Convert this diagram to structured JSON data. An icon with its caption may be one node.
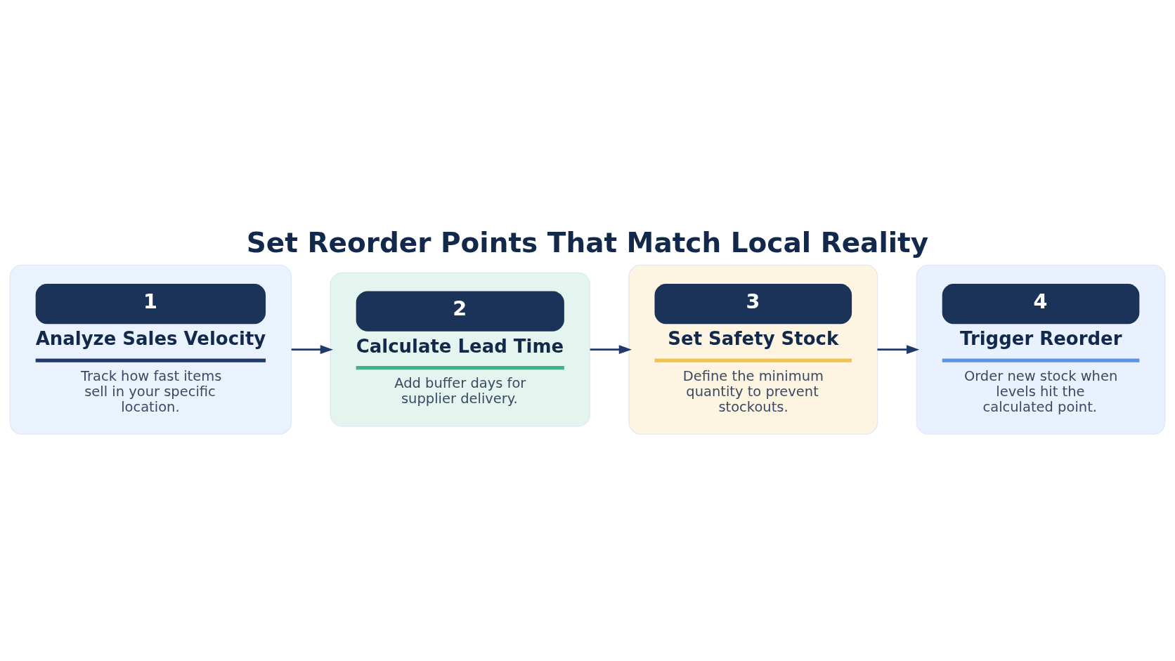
{
  "diagram": {
    "title": "Set Reorder Points That Match Local Reality",
    "nodes": [
      {
        "text": [
          "1",
          "Analyze Sales Velocity",
          "Track how fast items sell in your specific location."
        ]
      },
      {
        "text": [
          "2",
          "Calculate Lead Time",
          "Add buffer days for supplier delivery."
        ]
      },
      {
        "text": [
          "3",
          "Set Safety Stock",
          "Define the minimum quantity to prevent stockouts."
        ]
      },
      {
        "text": [
          "4",
          "Trigger Reorder",
          "Order new stock when levels hit the calculated point."
        ]
      }
    ],
    "edges": [
      {
        "from": 0,
        "to": 1,
        "arrow": "to"
      },
      {
        "from": 1,
        "to": 2,
        "arrow": "to"
      },
      {
        "from": 2,
        "to": 3,
        "arrow": "to"
      }
    ]
  }
}
